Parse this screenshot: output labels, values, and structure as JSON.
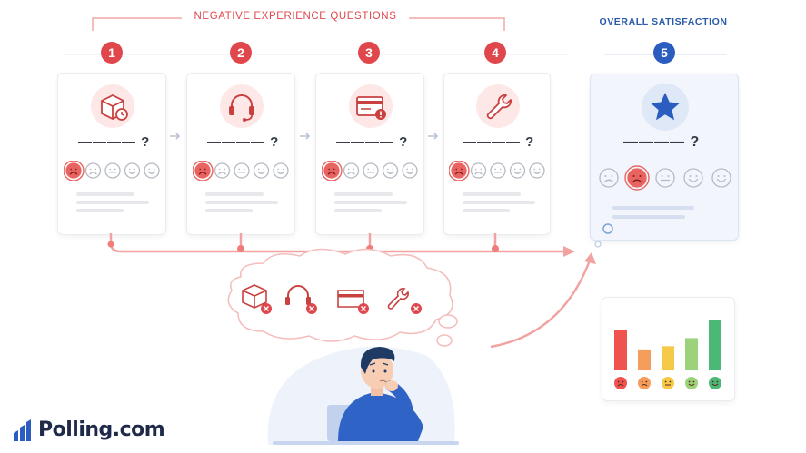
{
  "header": {
    "negative_label": "NEGATIVE EXPERIENCE QUESTIONS",
    "satisfaction_label": "OVERALL SATISFACTION"
  },
  "steps": [
    {
      "number": "1",
      "icon": "package-clock-icon",
      "question": "———— ?"
    },
    {
      "number": "2",
      "icon": "headset-icon",
      "question": "———— ?"
    },
    {
      "number": "3",
      "icon": "credit-card-alert-icon",
      "question": "———— ?"
    },
    {
      "number": "4",
      "icon": "wrench-icon",
      "question": "———— ?"
    }
  ],
  "overall": {
    "number": "5",
    "icon": "star-icon",
    "question": "———— ?"
  },
  "thought_icons": [
    "package-x-icon",
    "headset-x-icon",
    "credit-card-x-icon",
    "wrench-x-icon"
  ],
  "rating_scale": [
    "very-unhappy",
    "unhappy",
    "neutral",
    "happy",
    "very-happy"
  ],
  "selected_rating_negative": "very-unhappy",
  "selected_rating_overall": "unhappy",
  "bar_chart": {
    "values": [
      5,
      2.6,
      3,
      4,
      6.3
    ],
    "colors": [
      "#ef5350",
      "#f59e5b",
      "#f7c948",
      "#9bd27a",
      "#4cb877"
    ]
  },
  "colors": {
    "accent_red": "#e0474c",
    "accent_blue": "#2a5dbf",
    "brand": "#1f2a4a"
  },
  "brand": {
    "name": "Polling.com"
  }
}
